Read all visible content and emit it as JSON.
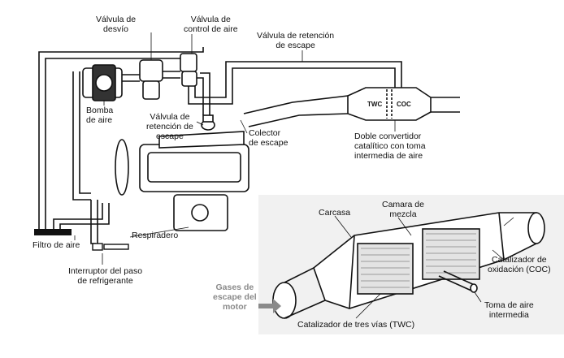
{
  "labels": {
    "valvula_desvio": "Válvula de\ndesvío",
    "valvula_control_aire": "Válvula de\ncontrol de aire",
    "valvula_retencion_top": "Válvula de retención\nde escape",
    "bomba_aire": "Bomba\nde aire",
    "valvula_retencion_left": "Válvula de\nretención de\nescape",
    "colector_escape": "Colector\nde escape",
    "doble_convertidor": "Doble convertidor\ncatalítico con toma\nintermedia de aire",
    "respiradero": "Respiradero",
    "filtro_aire": "Filtro de aire",
    "interruptor": "Interruptor del paso\nde refrigerante",
    "carcasa": "Carcasa",
    "camara_mezcla": "Camara de\nmezcla",
    "catalizador_coc": "Catalizador de\noxidación (COC)",
    "toma_aire": "Toma de aire\nintermedia",
    "gases_escape": "Gases de\nescape del\nmotor",
    "catalizador_twc": "Catalizador de tres vías (TWC)",
    "twc_tag": "TWC",
    "coc_tag": "COC"
  },
  "colors": {
    "line": "#111111",
    "gray_text": "#8a8a8a",
    "arrow": "#8a8a8a",
    "background_panel": "#f1f1f1"
  }
}
